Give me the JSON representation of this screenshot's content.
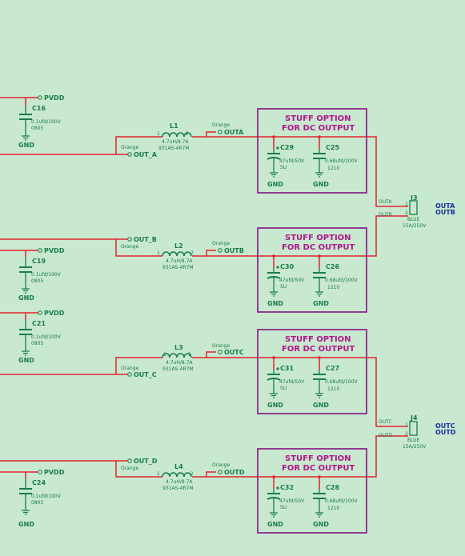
{
  "stuff_title": {
    "line1": "STUFF OPTION",
    "line2": "FOR DC OUTPUT"
  },
  "gnd": "GND",
  "pvdd": "PVDD",
  "orange": "Orange",
  "pin1": "1",
  "pin2": "2",
  "decoupling": [
    {
      "ref": "C16",
      "value": "0.1ufd/100V",
      "pkg": "0805"
    },
    {
      "ref": "C19",
      "value": "0.1ufd/100V",
      "pkg": "0805"
    },
    {
      "ref": "C21",
      "value": "0.1ufd/100V",
      "pkg": "0805"
    },
    {
      "ref": "C24",
      "value": "0.1ufd/100V",
      "pkg": "0805"
    }
  ],
  "inductors": [
    {
      "ref": "L1",
      "value": "4.7uH/8.7A",
      "part": "931AS-4R7M"
    },
    {
      "ref": "L2",
      "value": "4.7uH/8.7A",
      "part": "931AS-4R7M"
    },
    {
      "ref": "L3",
      "value": "4.7uH/8.7A",
      "part": "931AS-4R7M"
    },
    {
      "ref": "L4",
      "value": "4.7uH/8.7A",
      "part": "931AS-4R7M"
    }
  ],
  "test_points": {
    "in": [
      "OUT_A",
      "OUT_B",
      "OUT_C",
      "OUT_D"
    ],
    "out": [
      "OUTA",
      "OUTB",
      "OUTC",
      "OUTD"
    ]
  },
  "stuff_caps": [
    {
      "c1": "C29",
      "c2": "C25"
    },
    {
      "c1": "C30",
      "c2": "C26"
    },
    {
      "c1": "C31",
      "c2": "C27"
    },
    {
      "c1": "C32",
      "c2": "C28"
    }
  ],
  "bulk_cap": {
    "value": "47ufd/50V",
    "pkg": "SU"
  },
  "film_cap": {
    "value": "0.68ufd/100V",
    "pkg": "1210"
  },
  "connectors": [
    {
      "ref": "J3",
      "net1": "OUTA",
      "net2": "OUTB",
      "color": "BLUE",
      "rating": "15A/250V",
      "label1": "OUTA",
      "label2": "OUTB"
    },
    {
      "ref": "J4",
      "net1": "OUTC",
      "net2": "OUTD",
      "color": "BLUE",
      "rating": "15A/250V",
      "label1": "OUTC",
      "label2": "OUTD"
    }
  ]
}
